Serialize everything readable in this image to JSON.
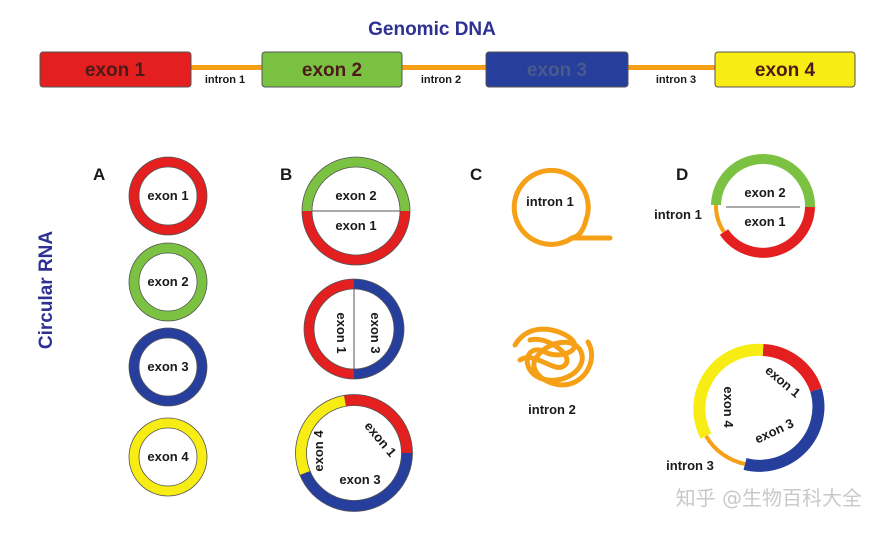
{
  "header": {
    "title": "Genomic DNA"
  },
  "side_title": "Circular RNA",
  "colors": {
    "exon1": "#e3201f",
    "exon2": "#7bc242",
    "exon3": "#263f9c",
    "exon4": "#f7ec13",
    "intron": "#f5a017",
    "title": "#2e3192"
  },
  "gene": {
    "exons": [
      "exon 1",
      "exon 2",
      "exon 3",
      "exon 4"
    ],
    "introns": [
      "intron 1",
      "intron 2",
      "intron 3"
    ]
  },
  "panels": {
    "A": {
      "label": "A",
      "rings": [
        "exon 1",
        "exon 2",
        "exon 3",
        "exon 4"
      ]
    },
    "B": {
      "label": "B",
      "ring1": [
        "exon 2",
        "exon 1"
      ],
      "ring2": [
        "exon 1",
        "exon 3"
      ],
      "ring3": [
        "exon 1",
        "exon 3",
        "exon 4"
      ]
    },
    "C": {
      "label": "C",
      "lariat": "intron 1",
      "debris": "intron 2"
    },
    "D": {
      "label": "D",
      "ring1": {
        "exons": [
          "exon 2",
          "exon 1"
        ],
        "intron": "intron 1"
      },
      "ring2": {
        "exons": [
          "exon 1",
          "exon 3",
          "exon 4"
        ],
        "intron": "intron 3"
      }
    }
  },
  "watermark": "知乎 @生物百科大全"
}
